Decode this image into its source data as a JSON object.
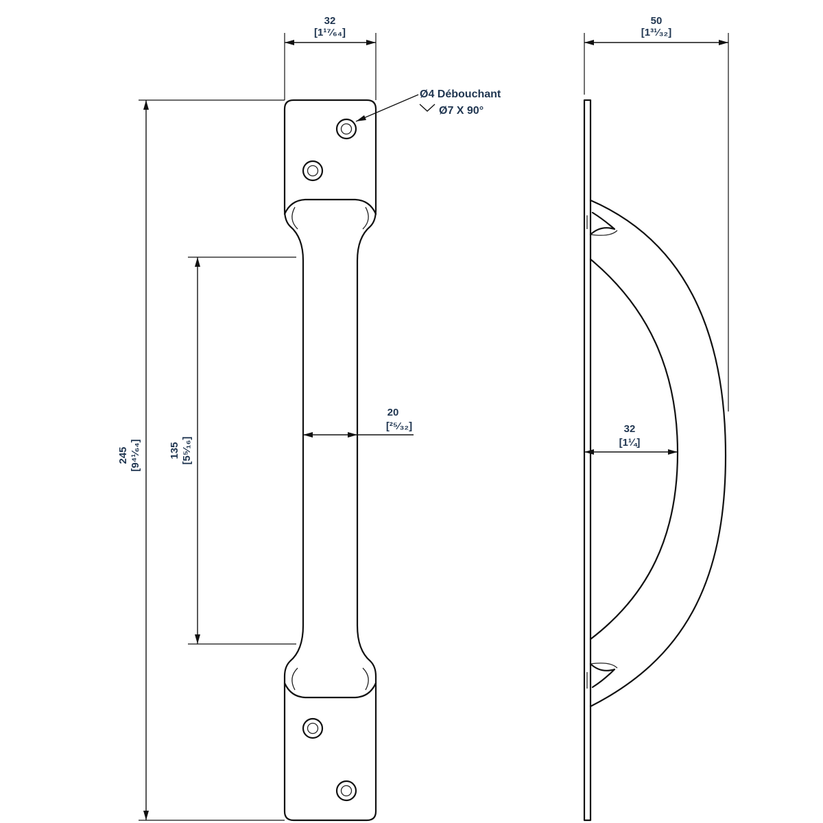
{
  "front_view": {
    "width_dim": {
      "value": "32",
      "fraction": "[1¹⁷⁄₆₄]"
    },
    "length_dim": {
      "value": "245",
      "fraction": "[9⁴¹⁄₆₄]"
    },
    "spacing_dim": {
      "value": "135",
      "fraction": "[5⁵⁄₁₆]"
    },
    "grip_dim": {
      "value": "20",
      "fraction": "[²⁵⁄₃₂]"
    },
    "hole_note": {
      "line1": "Ø4 Débouchant",
      "line2": "Ø7 X 90°"
    }
  },
  "side_view": {
    "depth_dim": {
      "value": "50",
      "fraction": "[1³¹⁄₃₂]"
    },
    "clearance_dim": {
      "value": "32",
      "fraction": "[1¼]"
    }
  },
  "colors": {
    "line": "#111111",
    "dimension_text": "#1f3550"
  }
}
